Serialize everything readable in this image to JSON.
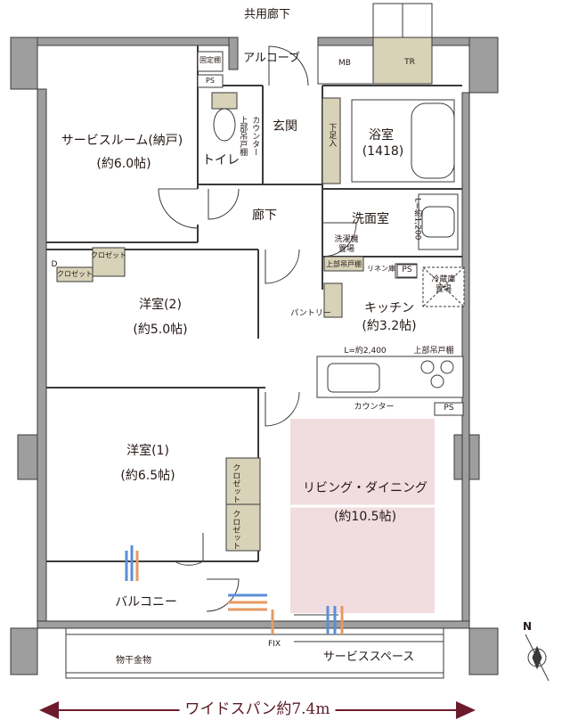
{
  "colors": {
    "wall": "#9e9e9e",
    "line": "#3a3a3a",
    "closet": "#d8d3b8",
    "tr_fill": "#d8d3b8",
    "living": "#f1dde0",
    "arrow": "#6d1b2c",
    "cool": "#5b8fd6",
    "warm": "#e49a63"
  },
  "corridor": "共用廊下",
  "alcove": "アルコーブ",
  "mb": "MB",
  "tr": "TR",
  "fixed_shelf": "固定棚",
  "ps": "PS",
  "counter_upper": "カウンター",
  "upper_cabinet": "上部吊戸棚",
  "toilet": "トイレ",
  "genkan": "玄関",
  "shoe_box": "下足入",
  "bath": {
    "name": "浴室",
    "size": "(1418)"
  },
  "service_room": {
    "name": "サービスルーム(納戸)",
    "size": "(約6.0帖)"
  },
  "hallway": "廊下",
  "washroom": "洗面室",
  "washroom_dim": "L=約1,200",
  "washer": {
    "line1": "洗濯機",
    "line2": "置場"
  },
  "upper_cabinet_2": "上部吊戸棚",
  "linen": "リネン庫",
  "fridge": {
    "line1": "冷蔵庫",
    "line2": "置場"
  },
  "closet": "クロゼット",
  "d": "D",
  "pantry": "パントリー",
  "kitchen": {
    "name": "キッチン",
    "size": "(約3.2帖)"
  },
  "kitchen_dim": "L=約2,400",
  "kitchen_upper": "上部吊戸棚",
  "kitchen_counter": "カウンター",
  "western2": {
    "name": "洋室(2)",
    "size": "(約5.0帖)"
  },
  "western1": {
    "name": "洋室(1)",
    "size": "(約6.5帖)"
  },
  "living": {
    "name": "リビング・ダイニング",
    "size": "(約10.5帖)"
  },
  "balcony": "バルコニー",
  "drying": "物干金物",
  "fix": "FIX",
  "service_space": "サービススペース",
  "north": "N",
  "wide_span": "ワイドスパン約7.4m"
}
